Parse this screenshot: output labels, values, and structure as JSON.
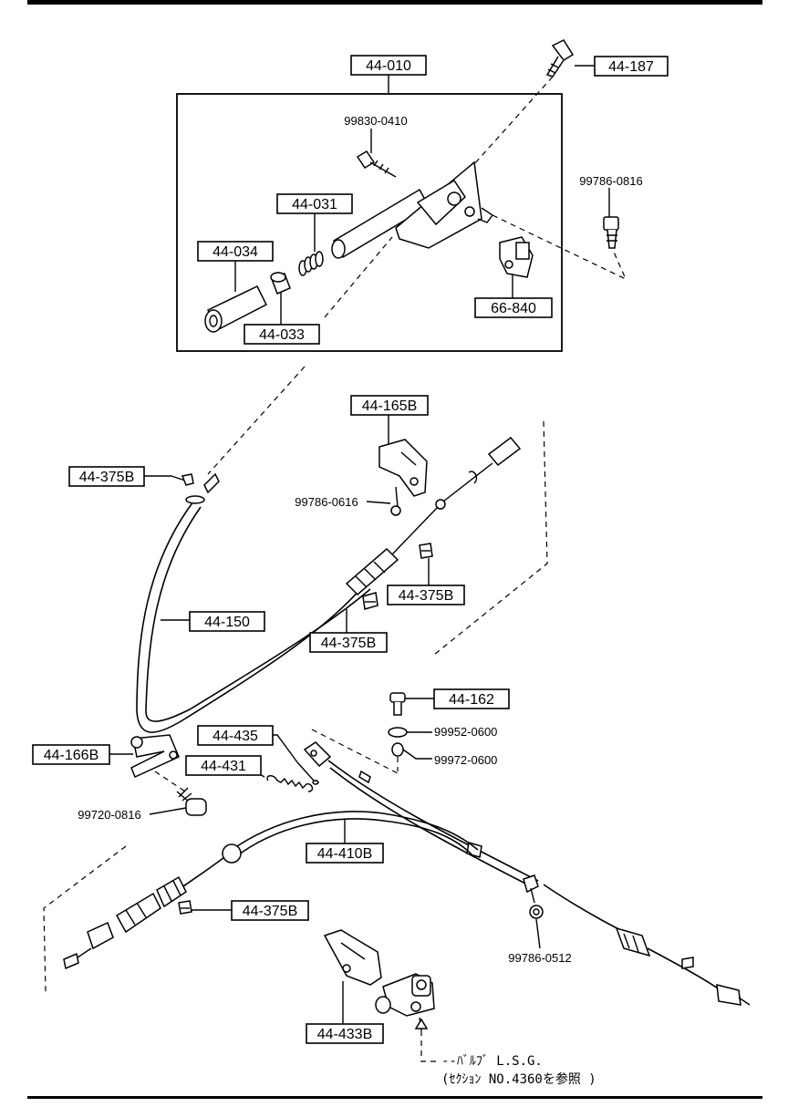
{
  "parts": {
    "p44010": "44-010",
    "p44187": "44-187",
    "p998300410": "99830-0410",
    "p997860816": "99786-0816",
    "p44031": "44-031",
    "p44034": "44-034",
    "p44033": "44-033",
    "p66840": "66-840",
    "p44165B": "44-165B",
    "p44375B_a": "44-375B",
    "p997860616": "99786-0616",
    "p44375B_b": "44-375B",
    "p44150": "44-150",
    "p44375B_c": "44-375B",
    "p44162": "44-162",
    "p999520600": "99952-0600",
    "p999720600": "99972-0600",
    "p44435": "44-435",
    "p44166B": "44-166B",
    "p44431": "44-431",
    "p997200816": "99720-0816",
    "p44410B": "44-410B",
    "p44375B_d": "44-375B",
    "p997860512": "99786-0512",
    "p44433B": "44-433B"
  },
  "note": {
    "line1": "--ﾊﾞﾙﾌﾞ L.S.G.",
    "line2": "(ｾｸｼｮﾝ NO.4360を参照 )"
  }
}
